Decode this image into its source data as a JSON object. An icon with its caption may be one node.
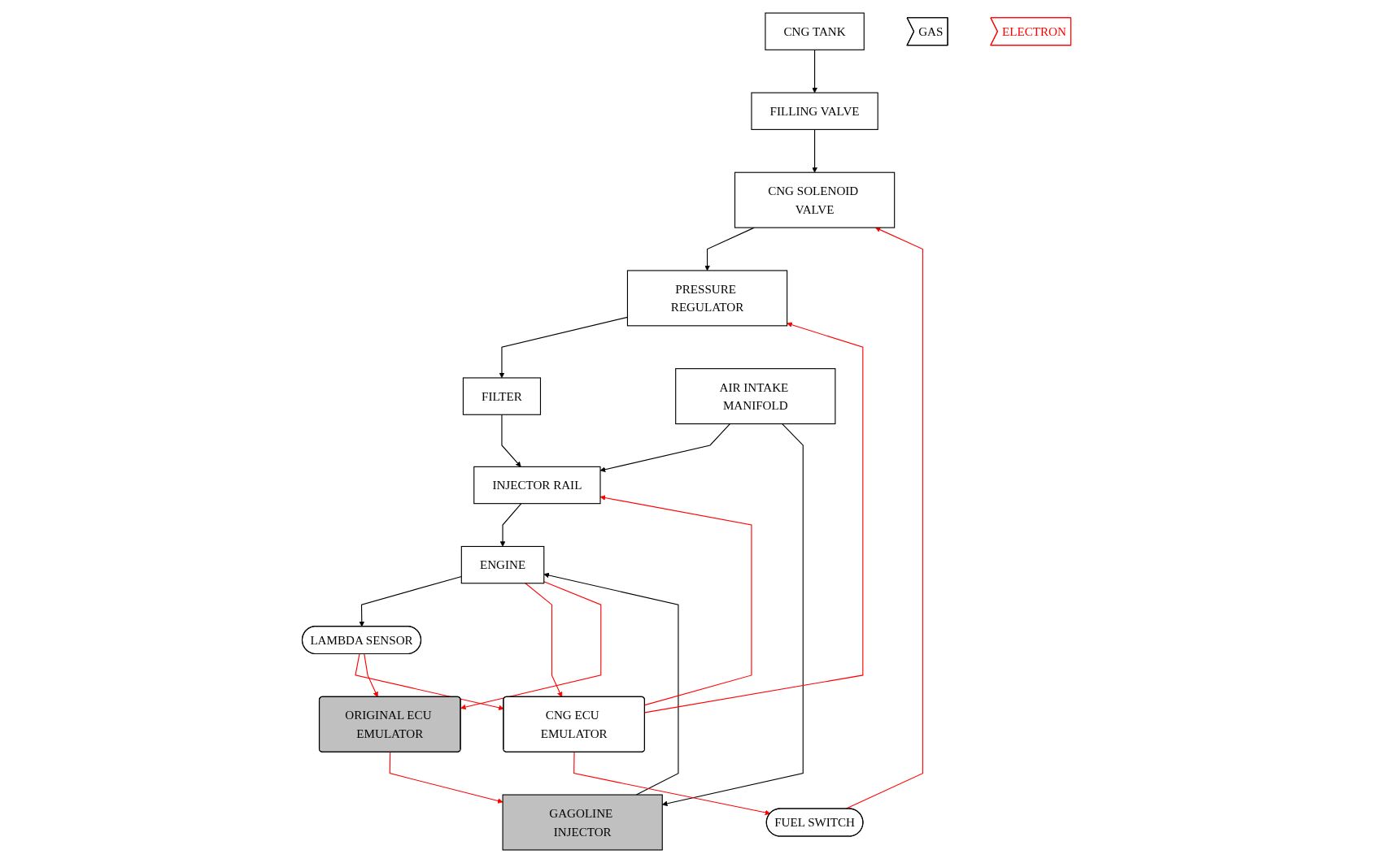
{
  "diagram": {
    "nodes": [
      {
        "text": [
          "CNG TANK"
        ]
      },
      {
        "text": [
          "FILLING VALVE"
        ]
      },
      {
        "text": [
          "CNG SOLENOID VALVE"
        ]
      },
      {
        "text": [
          "PRESSURE REGULATOR"
        ]
      },
      {
        "text": [
          "FILTER"
        ]
      },
      {
        "text": [
          "GAS"
        ]
      },
      {
        "text": [
          "AIR INTAKE MANIFOLD"
        ]
      },
      {
        "text": [
          "FUEL SWITCH"
        ]
      },
      {
        "text": [
          "INJECTOR RAIL"
        ]
      },
      {
        "text": [
          "CNG ECU EMULATOR"
        ]
      },
      {
        "text": [
          "ELECTRON"
        ]
      },
      {
        "text": [
          "GAGOLINE INJECTOR"
        ]
      },
      {
        "text": [
          "ENGINE"
        ]
      },
      {
        "text": [
          "ORIGINAL ECU EMULATOR"
        ]
      },
      {
        "text": [
          "LAMBDA SENSOR"
        ]
      }
    ],
    "edges": [
      {
        "from": 0,
        "to": 1,
        "arrow": "to"
      },
      {
        "from": 1,
        "to": 2,
        "arrow": "to"
      },
      {
        "from": 2,
        "to": 3,
        "arrow": "to"
      },
      {
        "from": 3,
        "to": 4,
        "arrow": "to"
      },
      {
        "from": 4,
        "to": 8,
        "arrow": "to"
      },
      {
        "from": 6,
        "to": 8,
        "arrow": "to"
      },
      {
        "from": 6,
        "to": 11,
        "arrow": "to"
      },
      {
        "from": 8,
        "to": 12,
        "arrow": "to"
      },
      {
        "from": 11,
        "to": 12,
        "arrow": "to"
      },
      {
        "from": 12,
        "to": 14,
        "arrow": "to"
      },
      {
        "from": 7,
        "to": 2,
        "arrow": "to",
        "color": "#ff0000"
      },
      {
        "from": 9,
        "to": 7,
        "arrow": "to",
        "color": "#ff0000"
      },
      {
        "from": 9,
        "to": 3,
        "arrow": "to",
        "color": "#ff0000"
      },
      {
        "from": 9,
        "to": 8,
        "arrow": "to",
        "color": "#ff0000"
      },
      {
        "from": 12,
        "to": 9,
        "arrow": "to",
        "color": "#ff0000"
      },
      {
        "from": 12,
        "to": 13,
        "arrow": "to",
        "color": "#ff0000"
      },
      {
        "from": 14,
        "to": 9,
        "arrow": "to",
        "color": "#ff0000"
      },
      {
        "from": 14,
        "to": 13,
        "arrow": "to",
        "color": "#ff0000"
      },
      {
        "from": 13,
        "to": 11,
        "arrow": "to",
        "color": "#ff0000"
      }
    ]
  }
}
